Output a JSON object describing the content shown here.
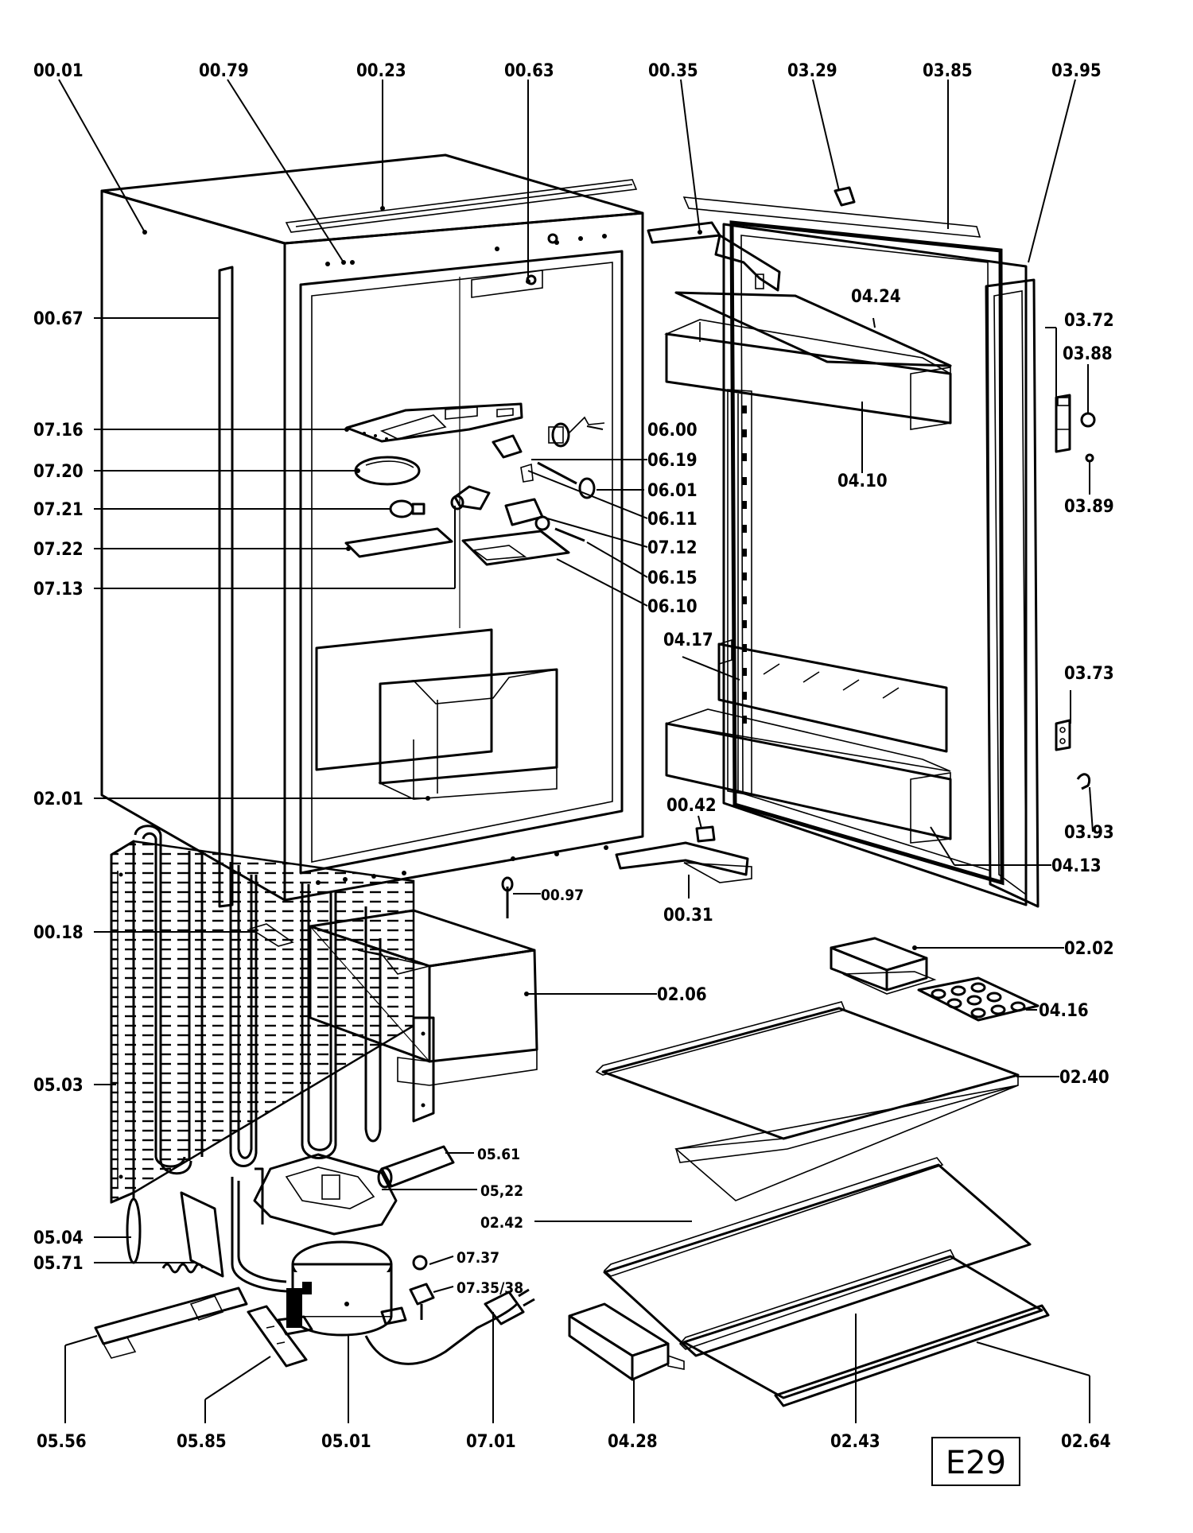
{
  "diagram": {
    "badge": "E29",
    "labels": [
      {
        "id": "00.01",
        "text": "00.01"
      },
      {
        "id": "00.79",
        "text": "00.79"
      },
      {
        "id": "00.23",
        "text": "00.23"
      },
      {
        "id": "00.63",
        "text": "00.63"
      },
      {
        "id": "00.35",
        "text": "00.35"
      },
      {
        "id": "03.29",
        "text": "03.29"
      },
      {
        "id": "03.85",
        "text": "03.85"
      },
      {
        "id": "03.95",
        "text": "03.95"
      },
      {
        "id": "00.67",
        "text": "00.67"
      },
      {
        "id": "04.24",
        "text": "04.24"
      },
      {
        "id": "03.72",
        "text": "03.72"
      },
      {
        "id": "03.88",
        "text": "03.88"
      },
      {
        "id": "07.16",
        "text": "07.16"
      },
      {
        "id": "06.00",
        "text": "06.00"
      },
      {
        "id": "06.19",
        "text": "06.19"
      },
      {
        "id": "07.20",
        "text": "07.20"
      },
      {
        "id": "06.01",
        "text": "06.01"
      },
      {
        "id": "04.10",
        "text": "04.10"
      },
      {
        "id": "07.21",
        "text": "07.21"
      },
      {
        "id": "06.11",
        "text": "06.11"
      },
      {
        "id": "03.89",
        "text": "03.89"
      },
      {
        "id": "07.12",
        "text": "07.12"
      },
      {
        "id": "07.22",
        "text": "07.22"
      },
      {
        "id": "06.15",
        "text": "06.15"
      },
      {
        "id": "07.13",
        "text": "07.13"
      },
      {
        "id": "06.10",
        "text": "06.10"
      },
      {
        "id": "04.17",
        "text": "04.17"
      },
      {
        "id": "03.73",
        "text": "03.73"
      },
      {
        "id": "02.01",
        "text": "02.01"
      },
      {
        "id": "00.42",
        "text": "00.42"
      },
      {
        "id": "03.93",
        "text": "03.93"
      },
      {
        "id": "04.13",
        "text": "04.13"
      },
      {
        "id": "00.97",
        "text": "00.97"
      },
      {
        "id": "00.31",
        "text": "00.31"
      },
      {
        "id": "00.18",
        "text": "00.18"
      },
      {
        "id": "02.02",
        "text": "02.02"
      },
      {
        "id": "02.06",
        "text": "02.06"
      },
      {
        "id": "04.16",
        "text": "04.16"
      },
      {
        "id": "05.03",
        "text": "05.03"
      },
      {
        "id": "02.40",
        "text": "02.40"
      },
      {
        "id": "05.61",
        "text": "05.61"
      },
      {
        "id": "05.22",
        "text": "05,22"
      },
      {
        "id": "02.42",
        "text": "02.42"
      },
      {
        "id": "05.04",
        "text": "05.04"
      },
      {
        "id": "05.71",
        "text": "05.71"
      },
      {
        "id": "07.37",
        "text": "07.37"
      },
      {
        "id": "07.35_38",
        "text": "07.35/38"
      },
      {
        "id": "05.56",
        "text": "05.56"
      },
      {
        "id": "05.85",
        "text": "05.85"
      },
      {
        "id": "05.01",
        "text": "05.01"
      },
      {
        "id": "07.01",
        "text": "07.01"
      },
      {
        "id": "04.28",
        "text": "04.28"
      },
      {
        "id": "02.43",
        "text": "02.43"
      },
      {
        "id": "02.64",
        "text": "02.64"
      }
    ]
  }
}
